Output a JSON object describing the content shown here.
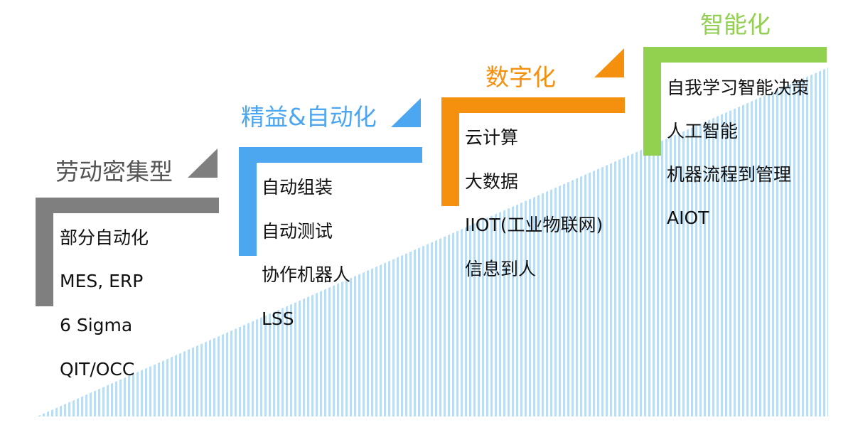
{
  "stages": [
    {
      "title": "劳动密集型",
      "color": "#7f7f7f",
      "items": [
        "部分自动化",
        "MES, ERP",
        "6 Sigma",
        "QIT/OCC"
      ]
    },
    {
      "title": "精益&自动化",
      "color": "#4da6f0",
      "items": [
        "自动组装",
        "自动测试",
        "协作机器人",
        "LSS"
      ]
    },
    {
      "title": "数字化",
      "color": "#f4900e",
      "items": [
        "云计算",
        "大数据",
        "IIOT(工业物联网)",
        "信息到人"
      ]
    },
    {
      "title": "智能化",
      "color": "#92d050",
      "items": [
        "自我学习智能决策",
        "人工智能",
        "机器流程到管理",
        "AIOT"
      ]
    }
  ],
  "colors": {
    "stripe": "#bcdcf4",
    "text": "#111111"
  }
}
